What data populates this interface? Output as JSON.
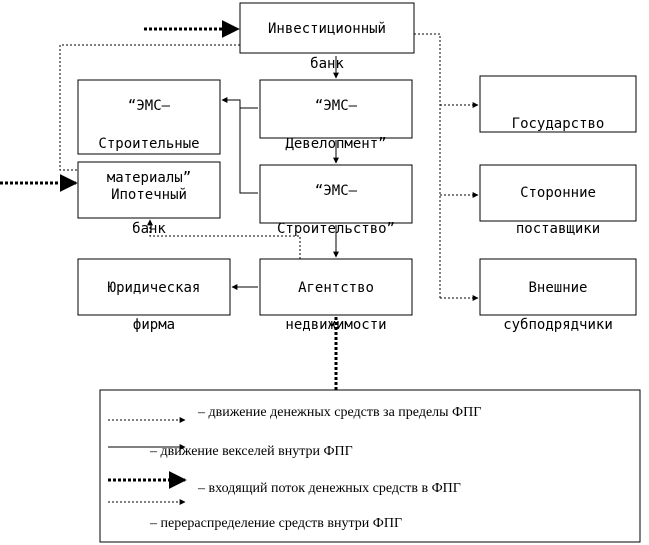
{
  "boxes": {
    "invest_bank": {
      "line1": "Инвестиционный",
      "line2": "банк"
    },
    "ems_stroitelnye": {
      "line1": "“ЭМС–",
      "line2": "Строительные",
      "line3": "материалы”"
    },
    "ems_development": {
      "line1": "“ЭМС–",
      "line2": "Девелопмент”"
    },
    "ipotechny_bank": {
      "line1": "Ипотечный",
      "line2": "банк"
    },
    "ems_stroitelstvo": {
      "line1": "“ЭМС–",
      "line2": "Строительство”"
    },
    "juridicheskaya_firma": {
      "line1": "Юридическая",
      "line2": "фирма"
    },
    "agentstvo": {
      "line1": "Агентство",
      "line2": "недвижимости"
    },
    "gosudarstvo": {
      "line1": "Государство"
    },
    "storonnie": {
      "line1": "Сторонние",
      "line2": "поставщики"
    },
    "vneshnie": {
      "line1": "Внешние",
      "line2": "субподрядчики"
    }
  },
  "legend": {
    "item1": "– движение денежных средств за пределы ФПГ",
    "item2": "– движение векселей внутри ФПГ",
    "item3": "– входящий поток денежных средств в ФПГ",
    "item4": "– перераспределение средств внутри ФПГ"
  }
}
